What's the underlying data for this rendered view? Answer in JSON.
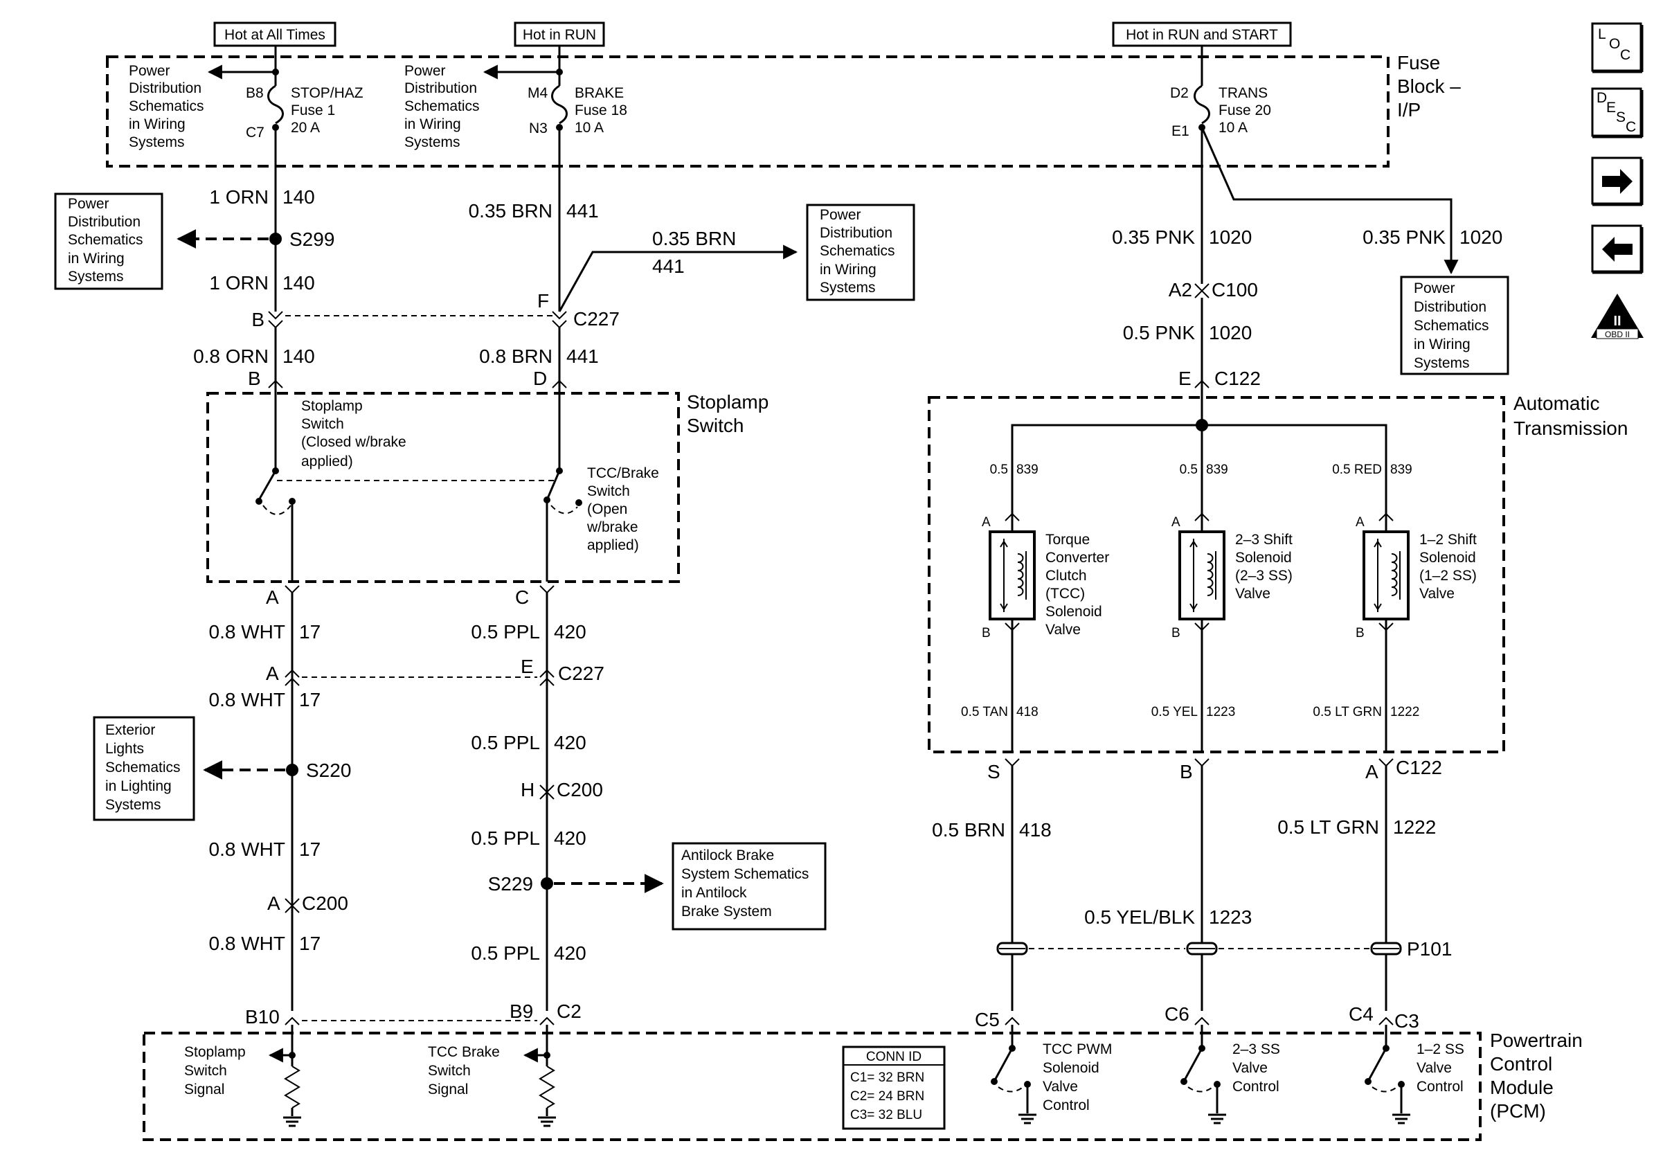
{
  "supply_labels": {
    "hot_all": "Hot at All Times",
    "hot_run": "Hot in RUN",
    "hot_run_start": "Hot in RUN and START"
  },
  "fuse_block": {
    "title": [
      "Fuse",
      "Block –",
      "I/P"
    ],
    "fuses": [
      {
        "top_pin": "B8",
        "bottom_pin": "C7",
        "label": [
          "STOP/HAZ",
          "Fuse 1",
          "20 A"
        ],
        "ref": [
          "Power",
          "Distribution",
          "Schematics",
          "in Wiring",
          "Systems"
        ]
      },
      {
        "top_pin": "M4",
        "bottom_pin": "N3",
        "label": [
          "BRAKE",
          "Fuse 18",
          "10 A"
        ],
        "ref": [
          "Power",
          "Distribution",
          "Schematics",
          "in Wiring",
          "Systems"
        ]
      },
      {
        "top_pin": "D2",
        "bottom_pin": "E1",
        "label": [
          "TRANS",
          "Fuse 20",
          "10 A"
        ]
      }
    ]
  },
  "ref_boxes": {
    "pd_left": [
      "Power",
      "Distribution",
      "Schematics",
      "in Wiring",
      "Systems"
    ],
    "pd_mid": [
      "Power",
      "Distribution",
      "Schematics",
      "in Wiring",
      "Systems"
    ],
    "pd_right": [
      "Power",
      "Distribution",
      "Schematics",
      "in Wiring",
      "Systems"
    ],
    "exterior": [
      "Exterior",
      "Lights",
      "Schematics",
      "in Lighting",
      "Systems"
    ],
    "abs": [
      "Antilock Brake",
      "System Schematics",
      "in Antilock",
      "Brake System"
    ]
  },
  "wires": {
    "w1_orn_a": [
      "1 ORN",
      "140"
    ],
    "w1_orn_b": [
      "1 ORN",
      "140"
    ],
    "w08_orn": [
      "0.8 ORN",
      "140"
    ],
    "w035_brn": [
      "0.35 BRN",
      "441"
    ],
    "w035_brn_branch": [
      "0.35 BRN",
      "441"
    ],
    "w08_brn": [
      "0.8 BRN",
      "441"
    ],
    "w035_pnk": [
      "0.35 PNK",
      "1020"
    ],
    "w035_pnk_branch": [
      "0.35 PNK",
      "1020"
    ],
    "w05_pnk": [
      "0.5 PNK",
      "1020"
    ],
    "w08_wht_1": [
      "0.8 WHT",
      "17"
    ],
    "w08_wht_2": [
      "0.8 WHT",
      "17"
    ],
    "w08_wht_3": [
      "0.8 WHT",
      "17"
    ],
    "w08_wht_4": [
      "0.8 WHT",
      "17"
    ],
    "w05_ppl_1": [
      "0.5 PPL",
      "420"
    ],
    "w05_ppl_2": [
      "0.5 PPL",
      "420"
    ],
    "w05_ppl_3": [
      "0.5 PPL",
      "420"
    ],
    "w05_ppl_4": [
      "0.5 PPL",
      "420"
    ],
    "t_839_1": [
      "0.5",
      "839"
    ],
    "t_839_2": [
      "0.5",
      "839"
    ],
    "t_839_3": [
      "0.5 RED",
      "839"
    ],
    "t_418": [
      "0.5 TAN",
      "418"
    ],
    "t_1223": [
      "0.5 YEL",
      "1223"
    ],
    "t_1222": [
      "0.5 LT GRN",
      "1222"
    ],
    "w05_brn": [
      "0.5 BRN",
      "418"
    ],
    "w05_ltgrn": [
      "0.5 LT GRN",
      "1222"
    ],
    "w05_yelblk": [
      "0.5 YEL/BLK",
      "1223"
    ]
  },
  "splices": {
    "s299": "S299",
    "s220": "S220",
    "s229": "S229"
  },
  "connectors": {
    "c227_top": {
      "name": "C227",
      "left_pin": "B",
      "right_pin": "F"
    },
    "c_stop_in": {
      "left_pin": "B",
      "right_pin": "D"
    },
    "c_stop_out": {
      "left_pin": "A",
      "right_pin": "C"
    },
    "c227_bot": {
      "name": "C227",
      "left_pin": "A",
      "right_pin": "E"
    },
    "c200_h": {
      "name": "C200",
      "pin": "H"
    },
    "c200_a": {
      "name": "C200",
      "pin": "A"
    },
    "c100": {
      "name": "C100",
      "pin": "A2"
    },
    "c122_top": {
      "name": "C122",
      "pin": "E"
    },
    "c122_bot": {
      "name": "C122",
      "pins": [
        "S",
        "B",
        "A"
      ]
    },
    "p101": "P101",
    "pcm_pins": {
      "b10": "B10",
      "b9": "B9",
      "c2": "C2",
      "c5": "C5",
      "c6": "C6",
      "c4": "C4",
      "c3": "C3"
    }
  },
  "stoplamp": {
    "title": [
      "Stoplamp",
      "Switch"
    ],
    "switch1": [
      "Stoplamp",
      "Switch",
      "(Closed w/brake",
      "applied)"
    ],
    "switch2": [
      "TCC/Brake",
      "Switch",
      "(Open",
      "w/brake",
      "applied)"
    ]
  },
  "transmission": {
    "title": [
      "Automatic",
      "Transmission"
    ],
    "solenoids": [
      {
        "top_pin": "A",
        "bottom_pin": "B",
        "label": [
          "Torque",
          "Converter",
          "Clutch",
          "(TCC)",
          "Solenoid",
          "Valve"
        ]
      },
      {
        "top_pin": "A",
        "bottom_pin": "B",
        "label": [
          "2–3 Shift",
          "Solenoid",
          "(2–3 SS)",
          "Valve"
        ]
      },
      {
        "top_pin": "A",
        "bottom_pin": "B",
        "label": [
          "1–2 Shift",
          "Solenoid",
          "(1–2 SS)",
          "Valve"
        ]
      }
    ]
  },
  "pcm": {
    "title": [
      "Powertrain",
      "Control",
      "Module",
      "(PCM)"
    ],
    "inputs": [
      [
        "Stoplamp",
        "Switch",
        "Signal"
      ],
      [
        "TCC Brake",
        "Switch",
        "Signal"
      ]
    ],
    "outputs": [
      [
        "TCC PWM",
        "Solenoid",
        "Valve",
        "Control"
      ],
      [
        "2–3 SS",
        "Valve",
        "Control"
      ],
      [
        "1–2 SS",
        "Valve",
        "Control"
      ]
    ],
    "conn_id": {
      "title": "CONN ID",
      "rows": [
        "C1= 32 BRN",
        "C2= 24 BRN",
        "C3= 32 BLU"
      ]
    }
  },
  "side_icons": {
    "loc": {
      "icon": "loc-icon",
      "letters": [
        "L",
        "O",
        "C"
      ]
    },
    "desc": {
      "icon": "desc-icon",
      "letters": [
        "D",
        "E",
        "S",
        "C"
      ]
    },
    "next": {
      "icon": "arrow-right-icon"
    },
    "prev": {
      "icon": "arrow-left-icon"
    },
    "obd": {
      "icon": "obd-ii-icon",
      "roman": "II",
      "label": "OBD II"
    }
  }
}
